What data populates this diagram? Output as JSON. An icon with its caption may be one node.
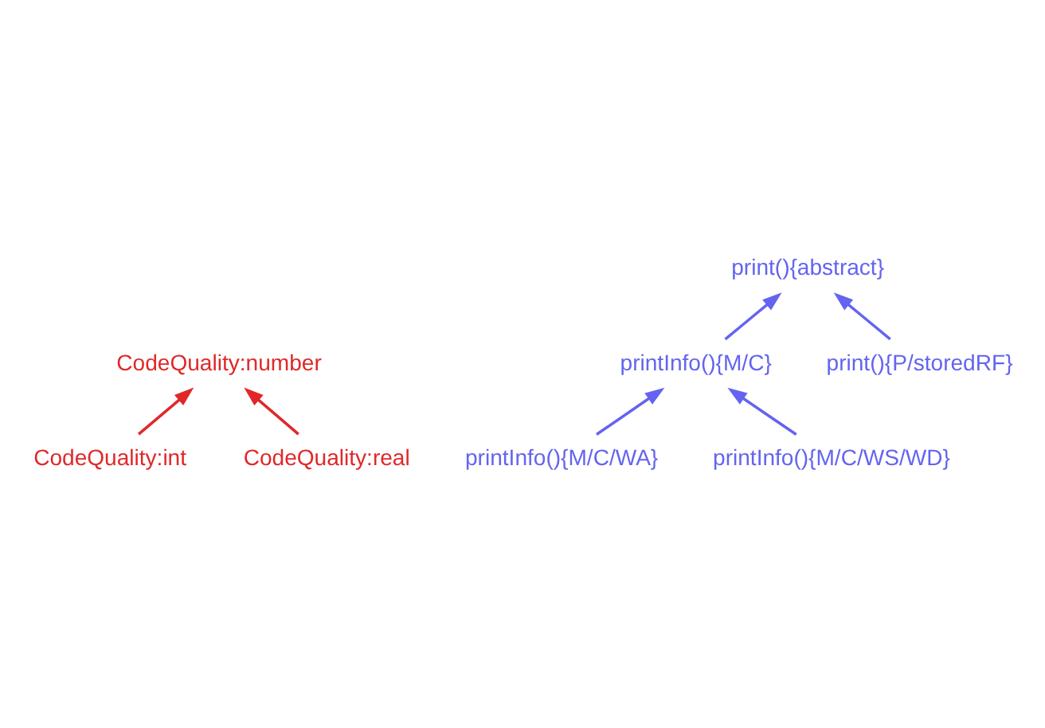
{
  "diagram": {
    "nodes": [
      {
        "text": [
          "CodeQuality:number"
        ]
      },
      {
        "text": [
          "CodeQuality:int"
        ]
      },
      {
        "text": [
          "CodeQuality:real"
        ]
      },
      {
        "text": [
          "print(){abstract}"
        ]
      },
      {
        "text": [
          "printInfo(){M/C}"
        ]
      },
      {
        "text": [
          "print(){P/storedRF}"
        ]
      },
      {
        "text": [
          "printInfo(){M/C/WA}"
        ]
      },
      {
        "text": [
          "printInfo(){M/C/WS/WD}"
        ]
      }
    ],
    "edges": [
      {
        "from": 1,
        "to": 0,
        "arrow": "to",
        "color": "#e02828"
      },
      {
        "from": 2,
        "to": 0,
        "arrow": "to",
        "color": "#e02828"
      },
      {
        "from": 4,
        "to": 3,
        "arrow": "to",
        "color": "#6464f0"
      },
      {
        "from": 5,
        "to": 3,
        "arrow": "to",
        "color": "#6464f0"
      },
      {
        "from": 6,
        "to": 4,
        "arrow": "to",
        "color": "#6464f0"
      },
      {
        "from": 7,
        "to": 4,
        "arrow": "to",
        "color": "#6464f0"
      }
    ]
  }
}
